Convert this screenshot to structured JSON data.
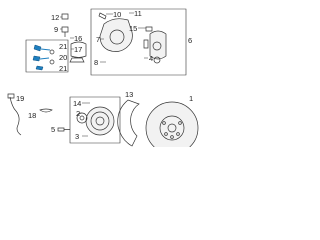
{
  "callouts": {
    "c1": "12",
    "c2": "9",
    "c3": "21",
    "c4": "20",
    "c5": "21",
    "c6": "16",
    "c7": "17",
    "c8": "10",
    "c9": "11",
    "c10": "15",
    "c11": "6",
    "c12": "7",
    "c13": "8",
    "c14": "19",
    "c15": "5",
    "c16": "18",
    "c17": "4",
    "c18": "14",
    "c19": "2",
    "c20": "13",
    "c21": "3",
    "c22": "1"
  },
  "colors": {
    "highlight": "#1e7fc0",
    "line": "#333333"
  }
}
